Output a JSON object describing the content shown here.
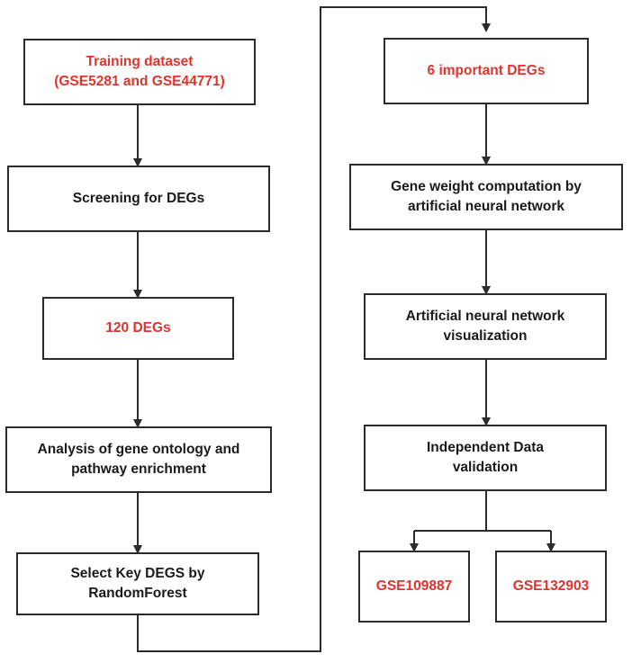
{
  "colors": {
    "line": "#2b2b2b",
    "highlight_text": "#e0332b",
    "normal_text": "#1a1a1a",
    "background": "#ffffff"
  },
  "nodes": {
    "training": "Training dataset\n(GSE5281 and GSE44771)",
    "screening": "Screening for DEGs",
    "degs120": "120  DEGs",
    "analysis": "Analysis of gene ontology and\npathway enrichment",
    "select": "Select Key DEGS by\nRandomForest",
    "degs6": "6 important DEGs",
    "weight": "Gene weight computation by\nartificial neural network",
    "ann_vis": "Artificial neural network\nvisualization",
    "independent": "Independent Data\nvalidation",
    "gse109887": "GSE109887",
    "gse132903": "GSE132903"
  }
}
